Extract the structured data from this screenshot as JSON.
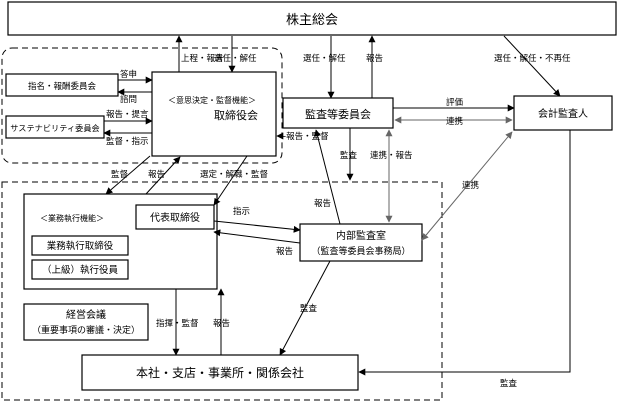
{
  "boxes": {
    "shareholders": "株主総会",
    "nomination_committee": "指名・報酬委員会",
    "sustainability_committee": "サステナビリティ委員会",
    "board_function": "＜意思決定・監督機能＞",
    "board": "取締役会",
    "audit_committee": "監査等委員会",
    "accounting_auditor": "会計監査人",
    "execution_function": "＜業務執行機能＞",
    "representative_director": "代表取締役",
    "executive_directors": "業務執行取締役",
    "executive_officers": "（上級）執行役員",
    "internal_audit_line1": "内部監査室",
    "internal_audit_line2": "（監査等委員会事務局）",
    "management_meeting_line1": "経営会議",
    "management_meeting_line2": "（重要事項の審議・決定）",
    "operations": "本社・支店・事業所・関係会社"
  },
  "labels": {
    "report_submit": "上程・報告",
    "elect_dismiss_1": "選任・解任",
    "elect_dismiss_2": "選任・解任",
    "report_1": "報告",
    "elect_dismiss_nonreappoint": "選任・解任・不再任",
    "report_answer": "答申",
    "consult": "諮問",
    "report_proposal": "報告・提言",
    "supervise_instruct": "監督・指示",
    "evaluate": "評価",
    "coordinate_1": "連携",
    "report_supervise": "←報告・監督",
    "audit_1": "監査",
    "coordinate_report": "連携・報告",
    "supervise_1": "監督",
    "report_2": "報告",
    "select_dismiss_supervise": "選定・解職・監督",
    "report_3": "報告",
    "coordinate_2": "連携",
    "instruct": "指示",
    "report_4": "報告",
    "audit_2": "監査",
    "direct_supervise": "指揮・監督",
    "report_5": "報告",
    "audit_3": "監査"
  }
}
